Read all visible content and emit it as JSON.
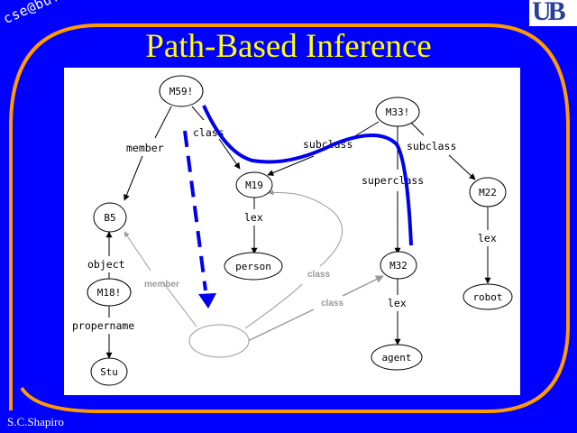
{
  "slide": {
    "brand": "cse@buffalo",
    "logo": "UB",
    "title": "Path-Based Inference",
    "author": "S.C.Shapiro"
  },
  "colors": {
    "background": "#0000fe",
    "frame": "#ff9a00",
    "title": "#ffff00",
    "path_highlight": "#0000ee",
    "inferred": "#9a9a9a"
  },
  "network": {
    "nodes": [
      {
        "id": "M59",
        "label": "M59!"
      },
      {
        "id": "M33",
        "label": "M33!"
      },
      {
        "id": "M19",
        "label": "M19"
      },
      {
        "id": "M22",
        "label": "M22"
      },
      {
        "id": "B5",
        "label": "B5"
      },
      {
        "id": "person",
        "label": "person"
      },
      {
        "id": "M32",
        "label": "M32"
      },
      {
        "id": "robot",
        "label": "robot"
      },
      {
        "id": "M18",
        "label": "M18!"
      },
      {
        "id": "Stu",
        "label": "Stu"
      },
      {
        "id": "agent",
        "label": "agent"
      },
      {
        "id": "inferred",
        "label": ""
      }
    ],
    "edges": [
      {
        "from": "M59",
        "to": "B5",
        "label": "member"
      },
      {
        "from": "M59",
        "to": "M19",
        "label": "class"
      },
      {
        "from": "M33",
        "to": "M19",
        "label": "subclass"
      },
      {
        "from": "M33",
        "to": "M22",
        "label": "subclass"
      },
      {
        "from": "M33",
        "to": "M32",
        "label": "superclass"
      },
      {
        "from": "M19",
        "to": "person",
        "label": "lex"
      },
      {
        "from": "M22",
        "to": "robot",
        "label": "lex"
      },
      {
        "from": "M32",
        "to": "agent",
        "label": "lex"
      },
      {
        "from": "M18",
        "to": "B5",
        "label": "object"
      },
      {
        "from": "M18",
        "to": "Stu",
        "label": "propername"
      }
    ],
    "inferred_edges": [
      {
        "from": "inferred",
        "to": "B5",
        "label": "member"
      },
      {
        "from": "inferred",
        "to": "M19",
        "label": "class"
      },
      {
        "from": "inferred",
        "to": "M32",
        "label": "class"
      }
    ]
  }
}
